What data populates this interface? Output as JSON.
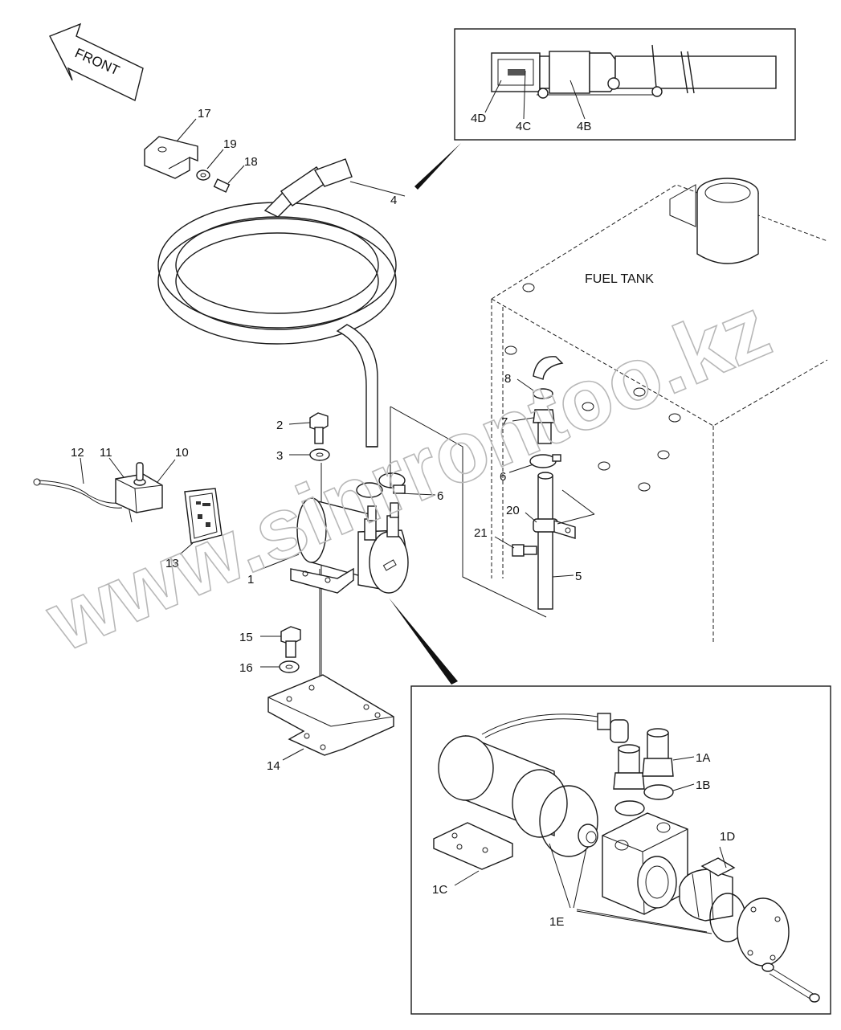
{
  "diagram": {
    "front_label": "FRONT",
    "tank_label": "FUEL TANK",
    "watermark": "www.sinrrontoo.kz",
    "callouts": {
      "c1": "1",
      "c2": "2",
      "c3": "3",
      "c4": "4",
      "c5": "5",
      "c6a": "6",
      "c6b": "6",
      "c7": "7",
      "c8": "8",
      "c10": "10",
      "c11": "11",
      "c12": "12",
      "c13": "13",
      "c14": "14",
      "c15": "15",
      "c16": "16",
      "c17": "17",
      "c18": "18",
      "c19": "19",
      "c20": "20",
      "c21": "21",
      "c4b": "4B",
      "c4c": "4C",
      "c4d": "4D",
      "c1a": "1A",
      "c1b": "1B",
      "c1c": "1C",
      "c1d": "1D",
      "c1e": "1E"
    }
  }
}
